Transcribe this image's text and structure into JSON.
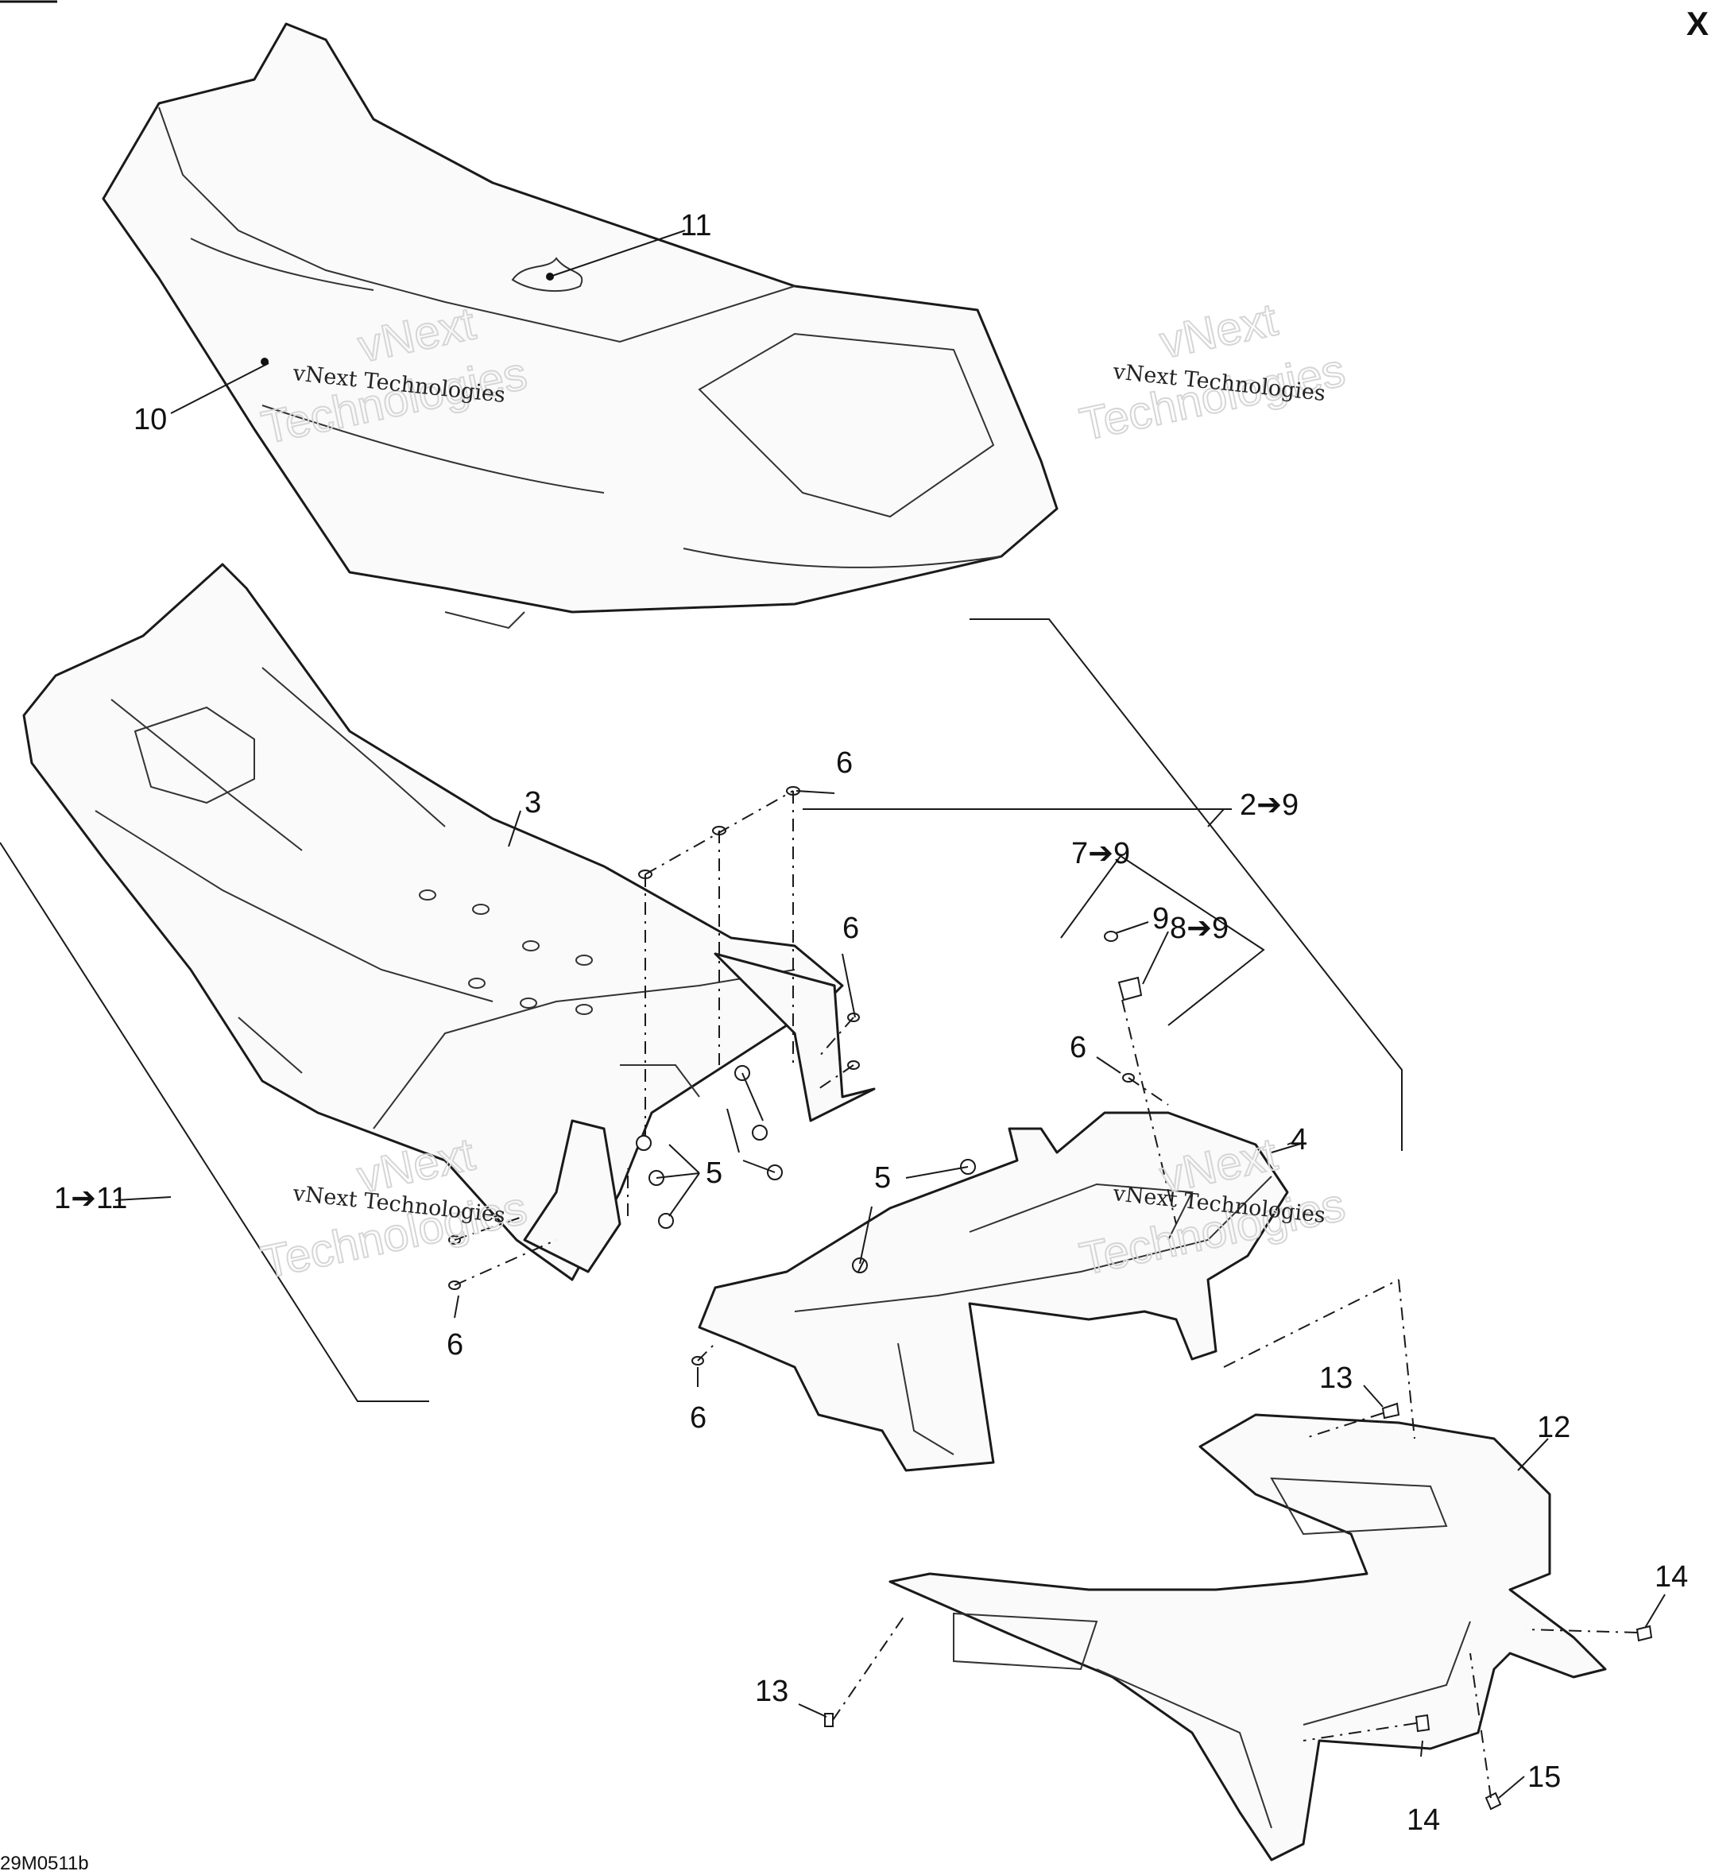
{
  "corner_mark": "X",
  "figure_code": "29M0511b",
  "watermark": {
    "line1": "vNext",
    "line2": "Technologies",
    "caption": "vNext Technologies"
  },
  "callouts": {
    "c1": "1➔11",
    "c2": "2➔9",
    "c3": "3",
    "c4": "4",
    "c5a": "5",
    "c5b": "5",
    "c6a": "6",
    "c6b": "6",
    "c6c": "6",
    "c6d": "6",
    "c6e": "6",
    "c7": "7➔9",
    "c8": "8➔9",
    "c9": "9",
    "c10": "10",
    "c11": "11",
    "c12": "12",
    "c13a": "13",
    "c13b": "13",
    "c14a": "14",
    "c14b": "14",
    "c15": "15"
  }
}
